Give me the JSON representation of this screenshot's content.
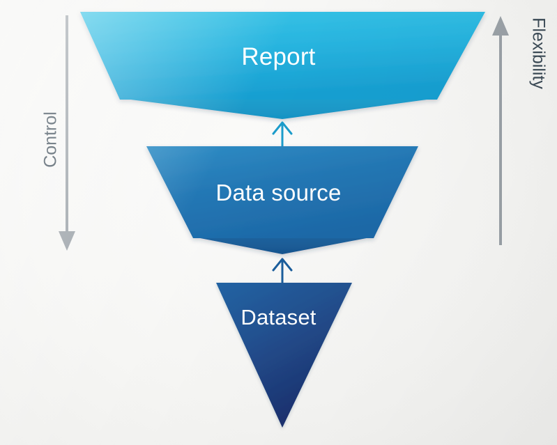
{
  "diagram": {
    "title": "Report / Data source / Dataset funnel",
    "background_color": "#f6f6f4",
    "stages": [
      {
        "id": "report",
        "label": "Report",
        "level": 1,
        "shape": "notched-trapezoid",
        "fill_top": "#31bfe4",
        "fill_bottom": "#1aa6d6",
        "notch_fill": "#1c9ccb",
        "text_color": "#ffffff"
      },
      {
        "id": "data-source",
        "label": "Data source",
        "level": 2,
        "shape": "notched-trapezoid",
        "fill_top": "#2a85bd",
        "fill_bottom": "#1f6fae",
        "notch_fill": "#1b5e9c",
        "text_color": "#ffffff"
      },
      {
        "id": "dataset",
        "label": "Dataset",
        "level": 3,
        "shape": "inverted-triangle",
        "fill_top": "#1f5f9f",
        "fill_bottom": "#1e2f6e",
        "text_color": "#ffffff"
      }
    ],
    "flow_arrows": [
      {
        "id": "dataset-to-data-source",
        "from": "dataset",
        "to": "data-source",
        "direction": "up",
        "color": "#1b5e9c"
      },
      {
        "id": "data-source-to-report",
        "from": "data-source",
        "to": "report",
        "direction": "up",
        "color": "#1c9ccb"
      }
    ],
    "axes": [
      {
        "id": "control",
        "label": "Control",
        "side": "left",
        "direction": "down",
        "arrow_color": "#9aa1a7",
        "text_color": "#3b4a56"
      },
      {
        "id": "flexibility",
        "label": "Flexibility",
        "side": "right",
        "direction": "up",
        "arrow_color": "#9aa1a7",
        "text_color": "#3b4a56"
      }
    ]
  }
}
